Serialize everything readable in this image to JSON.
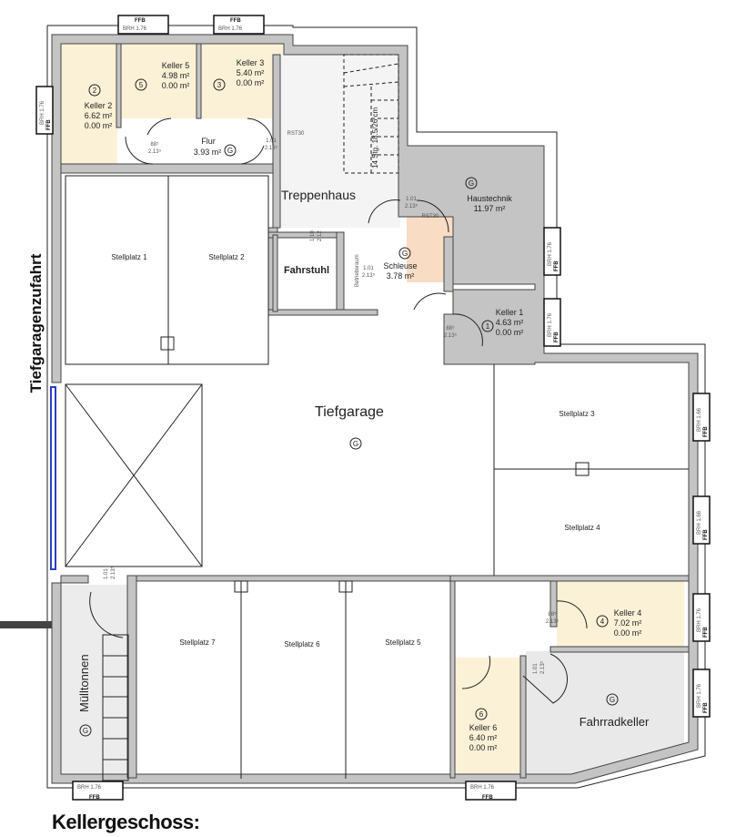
{
  "title": "Kellergeschoss:",
  "side_label": "Tiefgaragenzufahrt",
  "colors": {
    "wall": "#c4c4c4",
    "keller": "#fbf1d6",
    "haustechnik": "#f8dcc4",
    "grey_room": "#e9e9e9",
    "gate": "#2a3ec8"
  },
  "rooms": {
    "keller2": {
      "no": "2",
      "name": "Keller 2",
      "area": "6.62 m²",
      "area2": "0.00 m²"
    },
    "keller5": {
      "no": "5",
      "name": "Keller 5",
      "area": "4.98 m²",
      "area2": "0.00 m²"
    },
    "keller3": {
      "no": "3",
      "name": "Keller 3",
      "area": "5.40 m²",
      "area2": "0.00 m²"
    },
    "flur": {
      "no": "G",
      "name": "Flur",
      "area": "3.93 m²"
    },
    "treppenhaus": {
      "name": "Treppenhaus",
      "stair": "14 Stg. 18.5/26 cm"
    },
    "haustechnik": {
      "no": "G",
      "name": "Haustechnik",
      "area": "11.97 m²"
    },
    "fahrstuhl": {
      "name": "Fahrstuhl"
    },
    "schleuse": {
      "no": "G",
      "name": "Schleuse",
      "area": "3.78 m²"
    },
    "betriebsraum": {
      "name": "Betriebsraum"
    },
    "keller1": {
      "no": "1",
      "name": "Keller 1",
      "area": "4.63 m²",
      "area2": "0.00 m²"
    },
    "tiefgarage": {
      "no": "G",
      "name": "Tiefgarage"
    },
    "keller4": {
      "no": "4",
      "name": "Keller 4",
      "area": "7.02 m²",
      "area2": "0.00 m²"
    },
    "keller6": {
      "no": "6",
      "name": "Keller 6",
      "area": "6.40 m²",
      "area2": "0.00 m²"
    },
    "fahrradkeller": {
      "no": "G",
      "name": "Fahrradkeller"
    },
    "muelltonnen": {
      "no": "G",
      "name": "Mülltonnen"
    }
  },
  "parking": [
    "Stellplatz 1",
    "Stellplatz 2",
    "Stellplatz 3",
    "Stellplatz 4",
    "Stellplatz 5",
    "Stellplatz 6",
    "Stellplatz 7"
  ],
  "doors": {
    "w885": "88⁵",
    "w101": "1.01",
    "h2135": "2.13⁵",
    "w110": "1.10",
    "h212": "2.12",
    "rst30": "RST30"
  },
  "windows": {
    "ffb": "FFB",
    "brh176": "BRH 1.76",
    "brh166": "BRH 1.66"
  }
}
